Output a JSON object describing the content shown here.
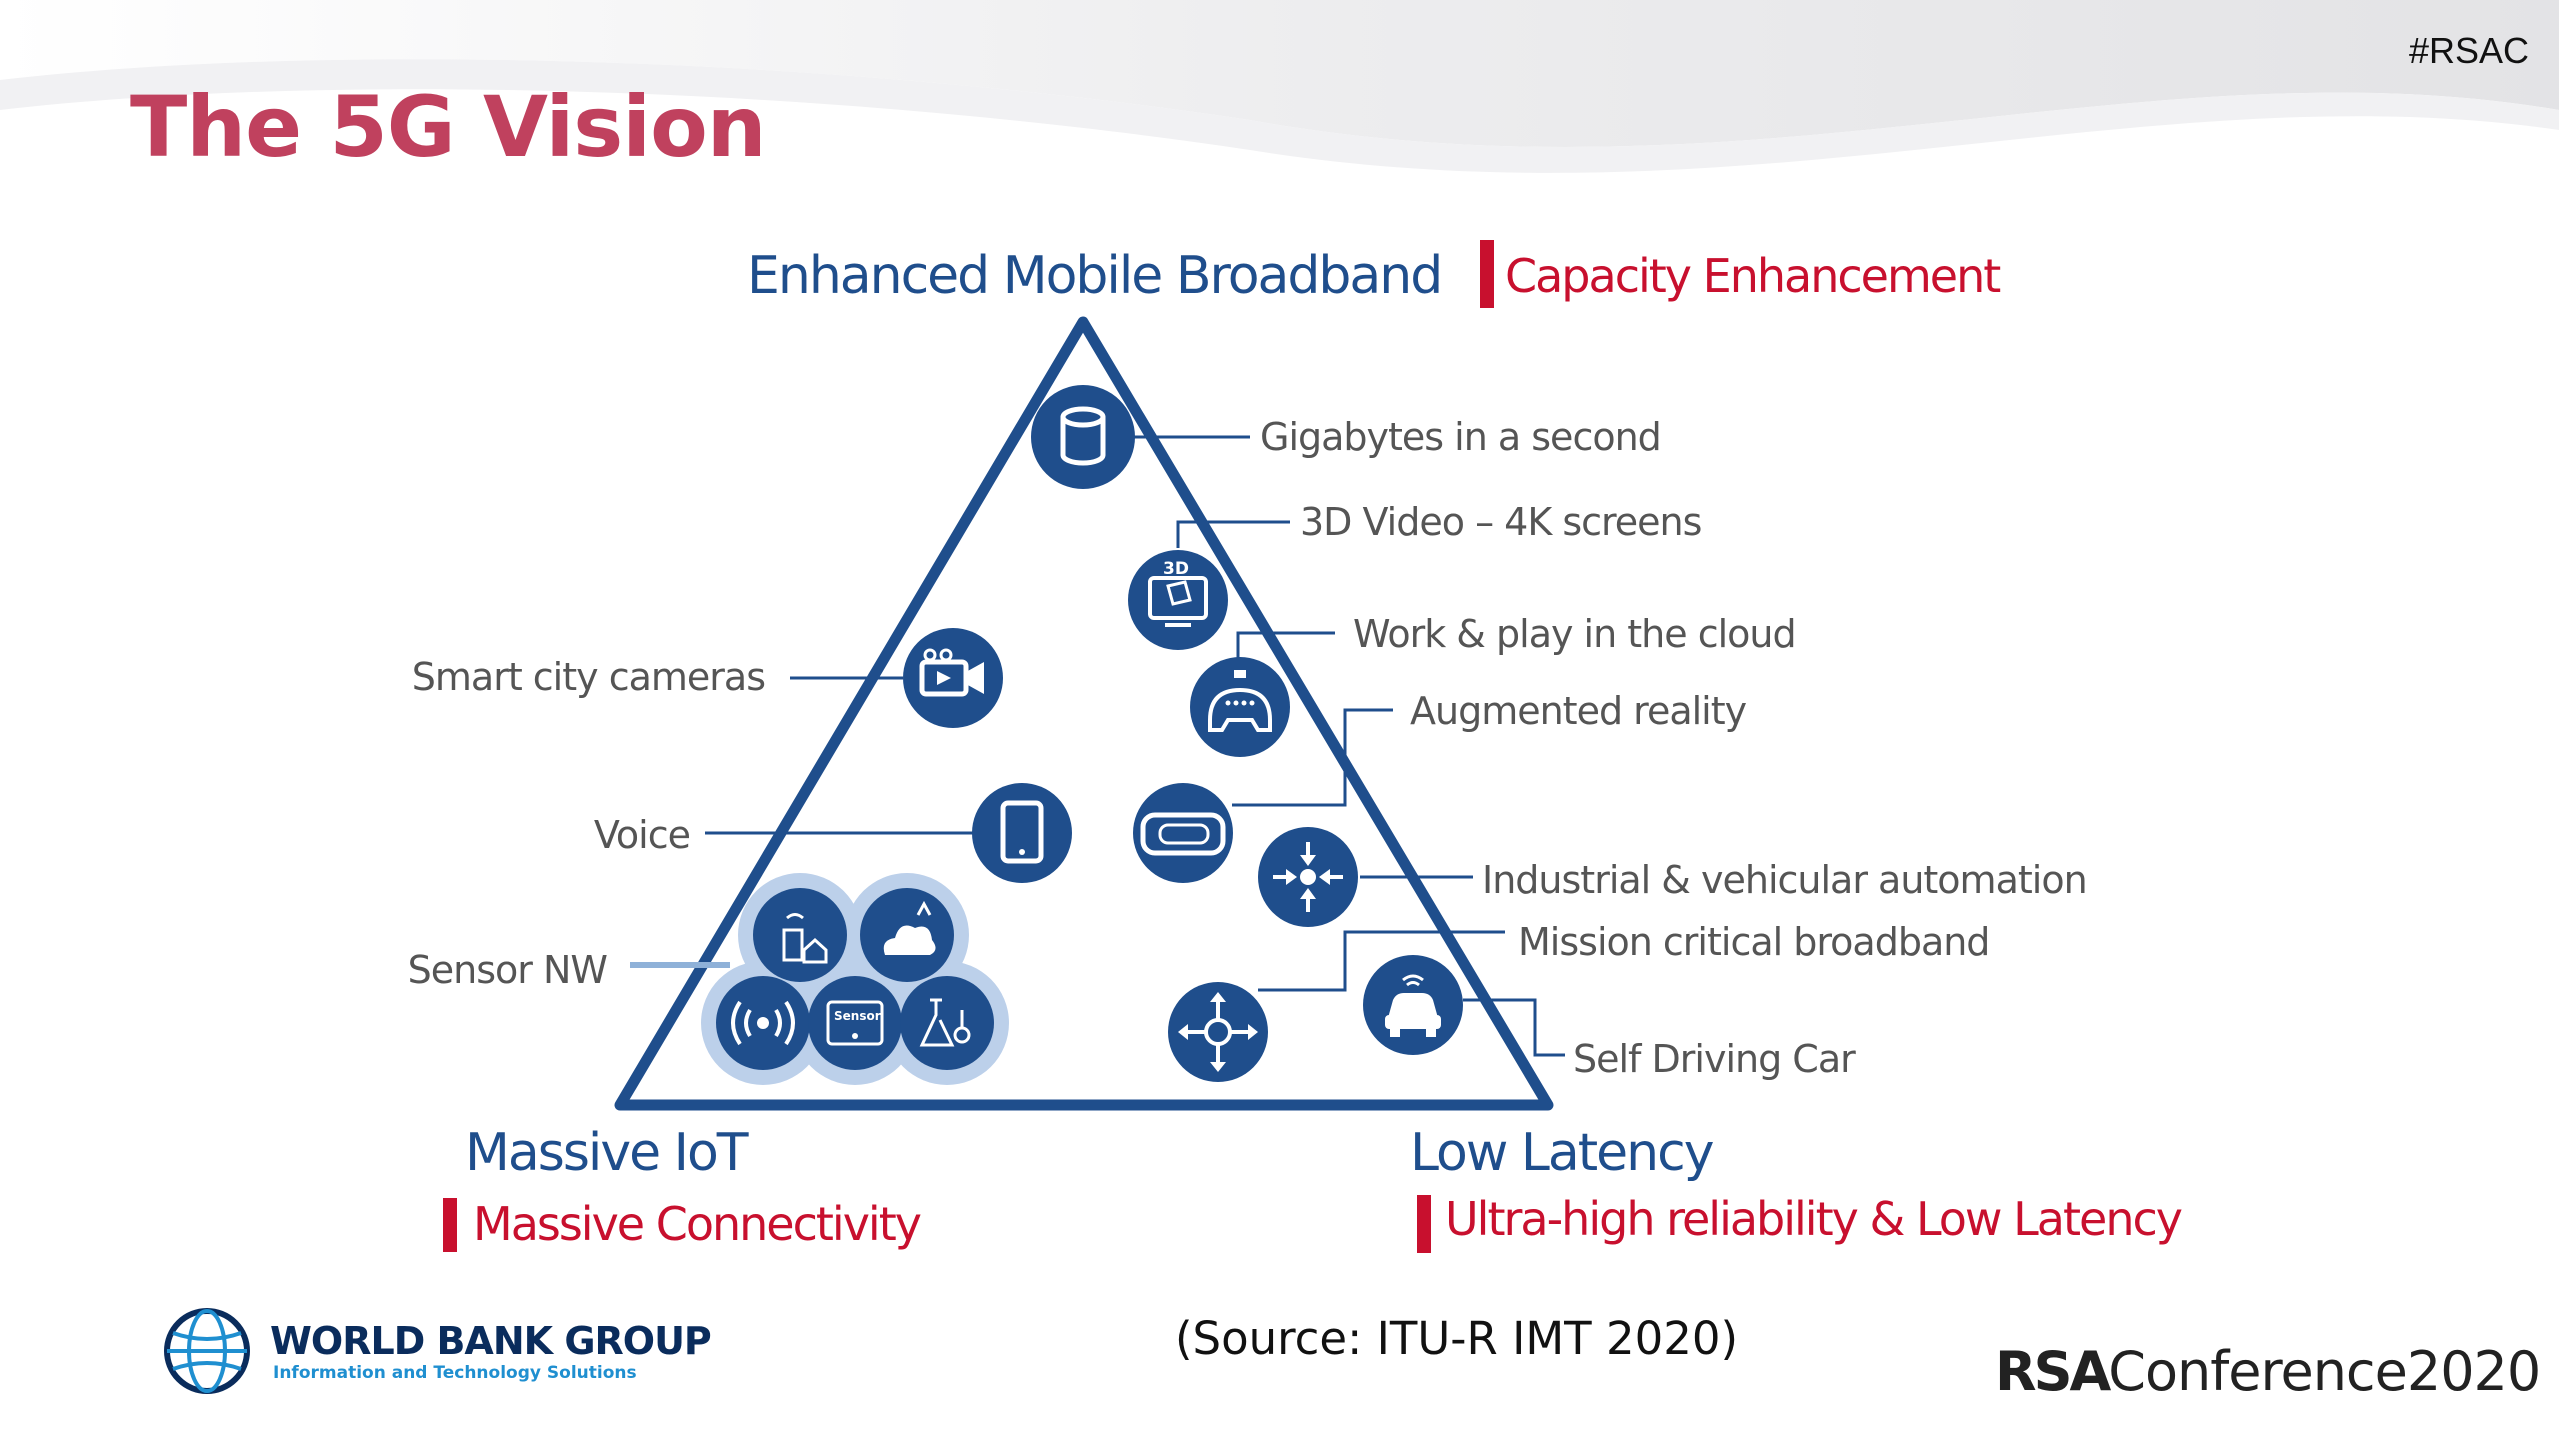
{
  "header": {
    "title": "The 5G Vision",
    "hashtag": "#RSAC"
  },
  "diagram": {
    "top": {
      "title": "Enhanced Mobile Broadband",
      "subtitle": "Capacity Enhancement"
    },
    "bottom_left": {
      "title": "Massive IoT",
      "subtitle": "Massive Connectivity"
    },
    "bottom_right": {
      "title": "Low Latency",
      "subtitle": "Ultra-high reliability & Low Latency"
    },
    "labels": {
      "gigabytes": "Gigabytes in a second",
      "video3d": "3D Video – 4K screens",
      "cloud": "Work & play in the cloud",
      "ar": "Augmented reality",
      "industrial": "Industrial & vehicular automation",
      "mission": "Mission critical broadband",
      "selfdriving": "Self Driving Car",
      "smartcity": "Smart city cameras",
      "voice": "Voice",
      "sensor": "Sensor NW"
    },
    "icon_text": {
      "threed": "3D",
      "sensor": "Sensor"
    },
    "colors": {
      "navy": "#1f4e8c",
      "red": "#c8102e",
      "title_pink": "#c0415e",
      "label_gray": "#555555"
    }
  },
  "footer": {
    "source": "(Source: ITU-R IMT 2020)",
    "logo_name": "WORLD BANK GROUP",
    "logo_sub": "Information and Technology Solutions",
    "rsa_brand": "RSA",
    "rsa_rest": "Conference2020"
  }
}
